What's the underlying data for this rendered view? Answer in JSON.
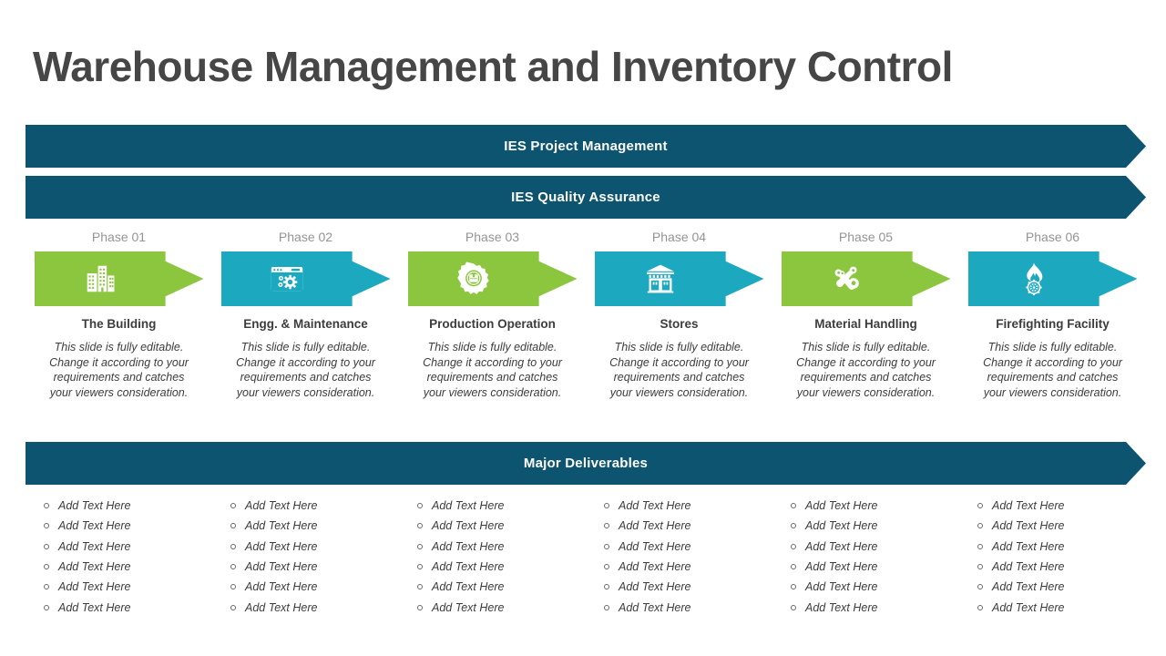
{
  "title": "Warehouse Management and Inventory Control",
  "banners": {
    "project_management": "IES Project Management",
    "quality_assurance": "IES Quality Assurance",
    "major_deliverables": "Major Deliverables"
  },
  "colors": {
    "banner_dark_teal": "#0C5470",
    "phase_green": "#8CC63E",
    "phase_teal": "#1CA9C0",
    "title_text": "#464646",
    "phase_label_gray": "#949494",
    "body_text": "#3D3D3D"
  },
  "phases": [
    {
      "label": "Phase 01",
      "title": "The Building",
      "description": "This slide is fully editable. Change it according to your requirements and catches your viewers consideration.",
      "icon": "office-buildings-icon",
      "color": "green"
    },
    {
      "label": "Phase 02",
      "title": "Engg. & Maintenance",
      "description": "This slide is fully editable. Change it according to your requirements and catches your viewers consideration.",
      "icon": "browser-gears-icon",
      "color": "teal"
    },
    {
      "label": "Phase 03",
      "title": "Production Operation",
      "description": "This slide is fully editable. Change it according to your requirements and catches your viewers consideration.",
      "icon": "gear-box-icon",
      "color": "green"
    },
    {
      "label": "Phase 04",
      "title": "Stores",
      "description": "This slide is fully editable. Change it according to your requirements and catches your viewers consideration.",
      "icon": "warehouse-building-icon",
      "color": "teal"
    },
    {
      "label": "Phase 05",
      "title": "Material Handling",
      "description": "This slide is fully editable. Change it according to your requirements and catches your viewers consideration.",
      "icon": "wrench-gear-tools-icon",
      "color": "green"
    },
    {
      "label": "Phase 06",
      "title": "Firefighting Facility",
      "description": "This slide is fully editable. Change it according to your requirements and catches your viewers consideration.",
      "icon": "flame-sprinkler-icon",
      "color": "teal"
    }
  ],
  "deliverables": {
    "columns": [
      {
        "items": [
          "Add Text Here",
          "Add Text Here",
          "Add Text Here",
          "Add Text Here",
          "Add Text Here",
          "Add Text Here"
        ]
      },
      {
        "items": [
          "Add Text Here",
          "Add Text Here",
          "Add Text Here",
          "Add Text Here",
          "Add Text Here",
          "Add Text Here"
        ]
      },
      {
        "items": [
          "Add Text Here",
          "Add Text Here",
          "Add Text Here",
          "Add Text Here",
          "Add Text Here",
          "Add Text Here"
        ]
      },
      {
        "items": [
          "Add Text Here",
          "Add Text Here",
          "Add Text Here",
          "Add Text Here",
          "Add Text Here",
          "Add Text Here"
        ]
      },
      {
        "items": [
          "Add Text Here",
          "Add Text Here",
          "Add Text Here",
          "Add Text Here",
          "Add Text Here",
          "Add Text Here"
        ]
      },
      {
        "items": [
          "Add Text Here",
          "Add Text Here",
          "Add Text Here",
          "Add Text Here",
          "Add Text Here",
          "Add Text Here"
        ]
      }
    ]
  }
}
